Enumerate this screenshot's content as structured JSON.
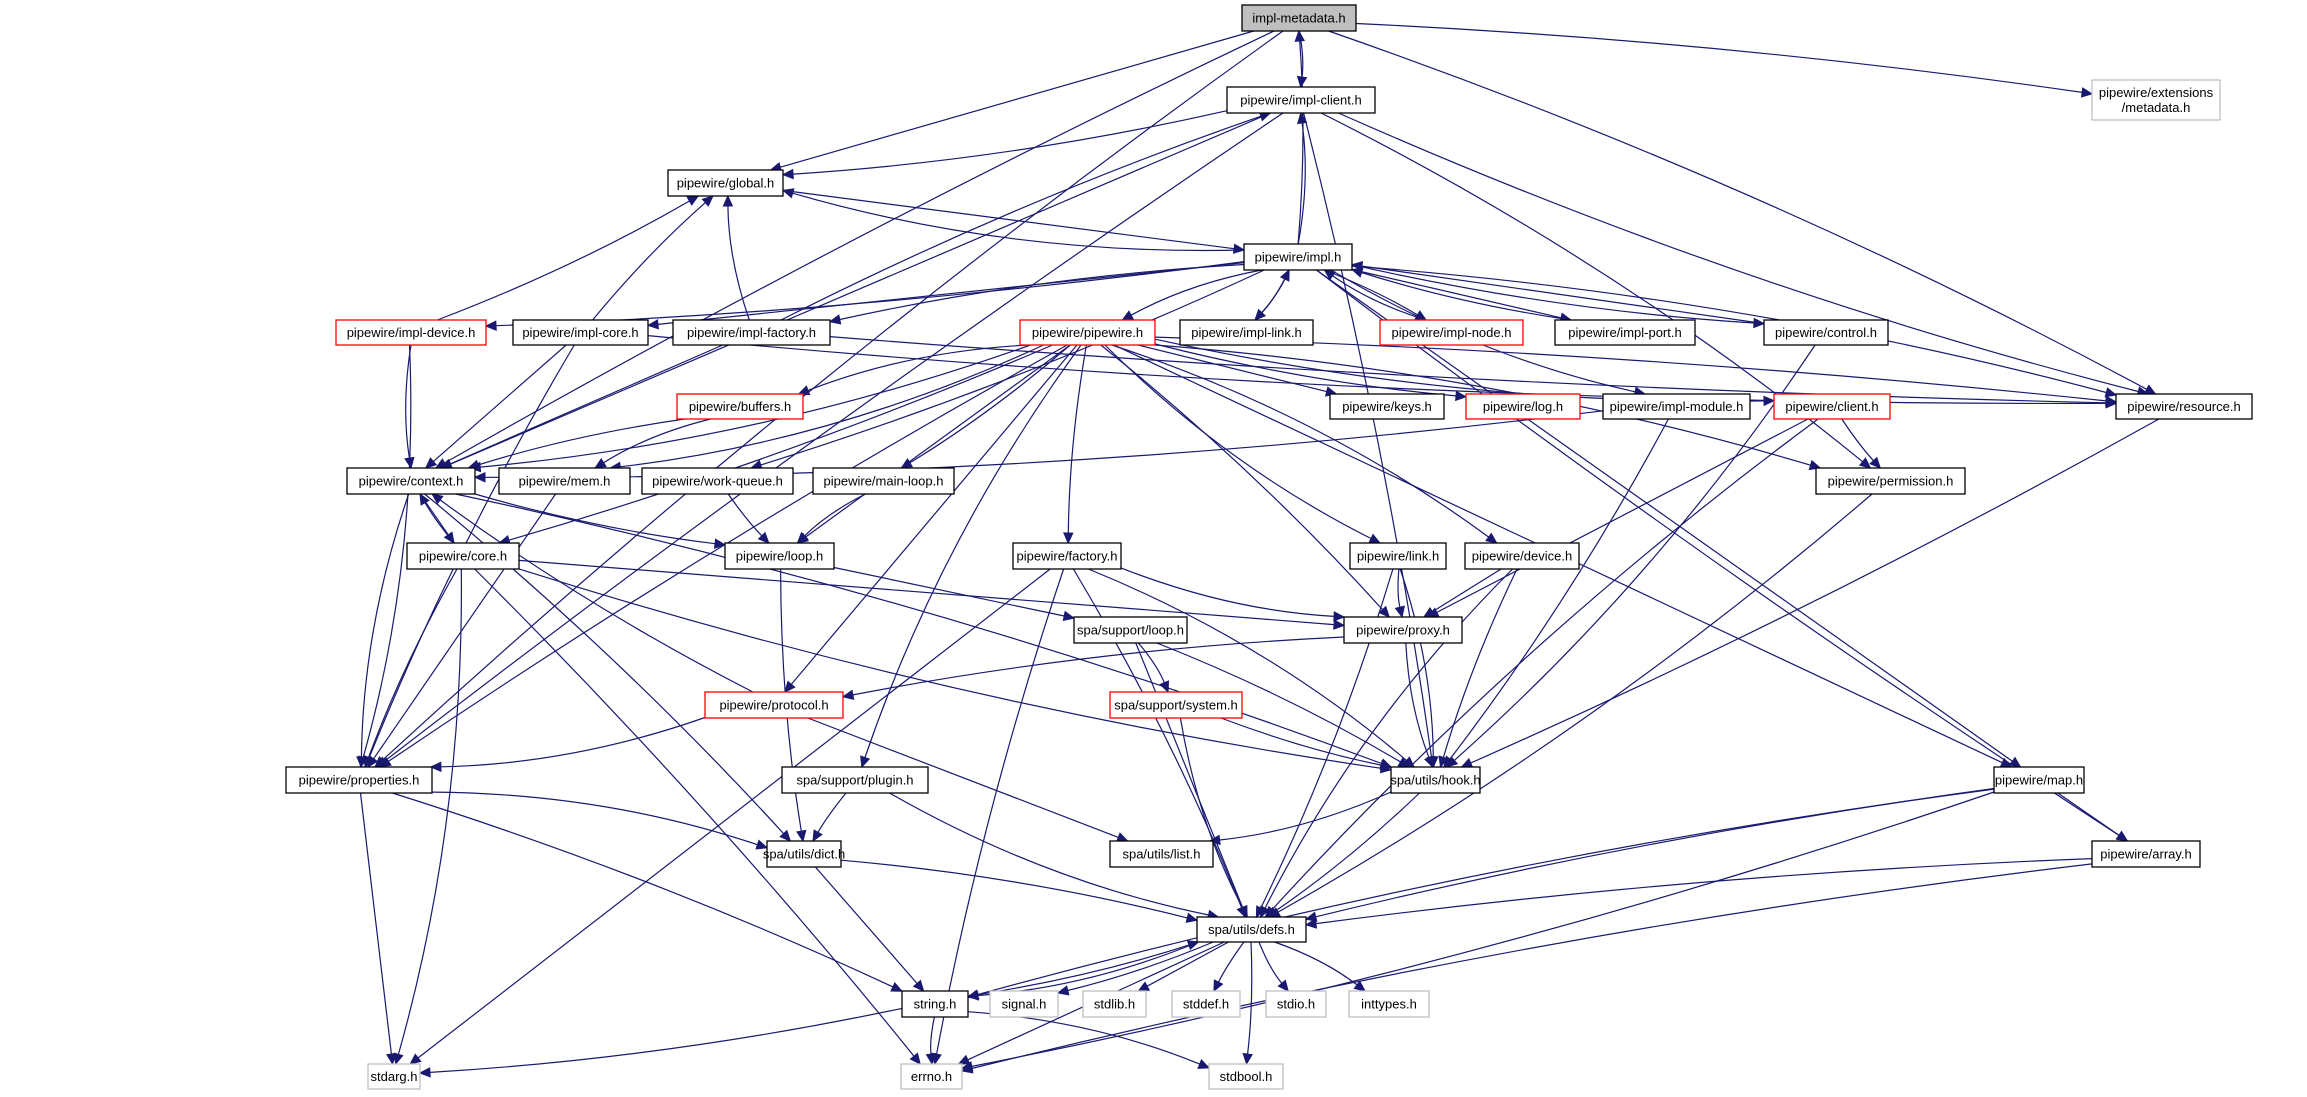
{
  "title": "impl-metadata.h include dependency graph",
  "colors": {
    "edge": "#191970",
    "root_fill": "#bfbfbf",
    "root_border": "#000000",
    "normal_border": "#000000",
    "truncated_border": "#ff0000",
    "external_border": "#bfbfbf",
    "node_fill": "#ffffff"
  },
  "nodes": [
    {
      "id": "impl-metadata",
      "label": "impl-metadata.h",
      "kind": "root"
    },
    {
      "id": "impl-client",
      "label": "pipewire/impl-client.h",
      "kind": "normal"
    },
    {
      "id": "ext-metadata",
      "label": [
        "pipewire/extensions",
        "/metadata.h"
      ],
      "kind": "external"
    },
    {
      "id": "global",
      "label": "pipewire/global.h",
      "kind": "normal"
    },
    {
      "id": "impl",
      "label": "pipewire/impl.h",
      "kind": "normal"
    },
    {
      "id": "impl-device",
      "label": "pipewire/impl-device.h",
      "kind": "truncated"
    },
    {
      "id": "impl-core",
      "label": "pipewire/impl-core.h",
      "kind": "normal"
    },
    {
      "id": "impl-factory",
      "label": "pipewire/impl-factory.h",
      "kind": "normal"
    },
    {
      "id": "pipewire",
      "label": "pipewire/pipewire.h",
      "kind": "truncated"
    },
    {
      "id": "impl-link",
      "label": "pipewire/impl-link.h",
      "kind": "normal"
    },
    {
      "id": "impl-node",
      "label": "pipewire/impl-node.h",
      "kind": "truncated"
    },
    {
      "id": "impl-port",
      "label": "pipewire/impl-port.h",
      "kind": "normal"
    },
    {
      "id": "control",
      "label": "pipewire/control.h",
      "kind": "normal"
    },
    {
      "id": "buffers",
      "label": "pipewire/buffers.h",
      "kind": "truncated"
    },
    {
      "id": "keys",
      "label": "pipewire/keys.h",
      "kind": "normal"
    },
    {
      "id": "log",
      "label": "pipewire/log.h",
      "kind": "truncated"
    },
    {
      "id": "impl-module",
      "label": "pipewire/impl-module.h",
      "kind": "normal"
    },
    {
      "id": "client",
      "label": "pipewire/client.h",
      "kind": "truncated"
    },
    {
      "id": "resource",
      "label": "pipewire/resource.h",
      "kind": "normal"
    },
    {
      "id": "context",
      "label": "pipewire/context.h",
      "kind": "normal"
    },
    {
      "id": "mem",
      "label": "pipewire/mem.h",
      "kind": "normal"
    },
    {
      "id": "work-queue",
      "label": "pipewire/work-queue.h",
      "kind": "normal"
    },
    {
      "id": "main-loop",
      "label": "pipewire/main-loop.h",
      "kind": "normal"
    },
    {
      "id": "permission",
      "label": "pipewire/permission.h",
      "kind": "normal"
    },
    {
      "id": "core",
      "label": "pipewire/core.h",
      "kind": "normal"
    },
    {
      "id": "loop",
      "label": "pipewire/loop.h",
      "kind": "normal"
    },
    {
      "id": "factory",
      "label": "pipewire/factory.h",
      "kind": "normal"
    },
    {
      "id": "link",
      "label": "pipewire/link.h",
      "kind": "normal"
    },
    {
      "id": "device",
      "label": "pipewire/device.h",
      "kind": "normal"
    },
    {
      "id": "spa-loop",
      "label": "spa/support/loop.h",
      "kind": "normal"
    },
    {
      "id": "proxy",
      "label": "pipewire/proxy.h",
      "kind": "normal"
    },
    {
      "id": "protocol",
      "label": "pipewire/protocol.h",
      "kind": "truncated"
    },
    {
      "id": "system",
      "label": "spa/support/system.h",
      "kind": "truncated"
    },
    {
      "id": "properties",
      "label": "pipewire/properties.h",
      "kind": "normal"
    },
    {
      "id": "plugin",
      "label": "spa/support/plugin.h",
      "kind": "normal"
    },
    {
      "id": "hook",
      "label": "spa/utils/hook.h",
      "kind": "normal"
    },
    {
      "id": "map",
      "label": "pipewire/map.h",
      "kind": "normal"
    },
    {
      "id": "dict",
      "label": "spa/utils/dict.h",
      "kind": "normal"
    },
    {
      "id": "list",
      "label": "spa/utils/list.h",
      "kind": "normal"
    },
    {
      "id": "array",
      "label": "pipewire/array.h",
      "kind": "normal"
    },
    {
      "id": "defs",
      "label": "spa/utils/defs.h",
      "kind": "normal"
    },
    {
      "id": "string",
      "label": "string.h",
      "kind": "normal"
    },
    {
      "id": "signal",
      "label": "signal.h",
      "kind": "external"
    },
    {
      "id": "stdlib",
      "label": "stdlib.h",
      "kind": "external"
    },
    {
      "id": "stddef",
      "label": "stddef.h",
      "kind": "external"
    },
    {
      "id": "stdio",
      "label": "stdio.h",
      "kind": "external"
    },
    {
      "id": "inttypes",
      "label": "inttypes.h",
      "kind": "external"
    },
    {
      "id": "stdarg",
      "label": "stdarg.h",
      "kind": "external"
    },
    {
      "id": "errno",
      "label": "errno.h",
      "kind": "external"
    },
    {
      "id": "stdbool",
      "label": "stdbool.h",
      "kind": "external"
    }
  ],
  "edges": [
    [
      "impl-metadata",
      "impl-client"
    ],
    [
      "impl-metadata",
      "ext-metadata"
    ],
    [
      "impl-metadata",
      "global"
    ],
    [
      "impl-metadata",
      "context"
    ],
    [
      "impl-metadata",
      "properties"
    ],
    [
      "impl-metadata",
      "resource"
    ],
    [
      "impl-client",
      "global"
    ],
    [
      "impl-client",
      "context"
    ],
    [
      "impl-client",
      "properties"
    ],
    [
      "impl-client",
      "resource"
    ],
    [
      "impl-client",
      "permission"
    ],
    [
      "impl-client",
      "hook"
    ],
    [
      "global",
      "impl"
    ],
    [
      "impl",
      "impl-metadata"
    ],
    [
      "impl",
      "impl-client"
    ],
    [
      "impl",
      "global"
    ],
    [
      "impl",
      "impl-device"
    ],
    [
      "impl",
      "impl-core"
    ],
    [
      "impl",
      "impl-factory"
    ],
    [
      "impl",
      "pipewire"
    ],
    [
      "impl",
      "impl-link"
    ],
    [
      "impl",
      "impl-node"
    ],
    [
      "impl",
      "impl-port"
    ],
    [
      "impl",
      "control"
    ],
    [
      "impl",
      "impl-module"
    ],
    [
      "impl",
      "resource"
    ],
    [
      "impl",
      "work-queue"
    ],
    [
      "impl",
      "map"
    ],
    [
      "impl",
      "array"
    ],
    [
      "impl-link",
      "impl"
    ],
    [
      "impl-node",
      "impl"
    ],
    [
      "impl-port",
      "impl"
    ],
    [
      "control",
      "impl"
    ],
    [
      "impl-device",
      "global"
    ],
    [
      "impl-device",
      "context"
    ],
    [
      "impl-device",
      "properties"
    ],
    [
      "impl-core",
      "global"
    ],
    [
      "impl-core",
      "context"
    ],
    [
      "impl-core",
      "properties"
    ],
    [
      "impl-core",
      "resource"
    ],
    [
      "impl-factory",
      "global"
    ],
    [
      "impl-factory",
      "impl-client"
    ],
    [
      "impl-factory",
      "context"
    ],
    [
      "impl-factory",
      "resource"
    ],
    [
      "pipewire",
      "buffers"
    ],
    [
      "pipewire",
      "context"
    ],
    [
      "pipewire",
      "core"
    ],
    [
      "pipewire",
      "keys"
    ],
    [
      "pipewire",
      "log"
    ],
    [
      "pipewire",
      "client"
    ],
    [
      "pipewire",
      "mem"
    ],
    [
      "pipewire",
      "main-loop"
    ],
    [
      "pipewire",
      "loop"
    ],
    [
      "pipewire",
      "factory"
    ],
    [
      "pipewire",
      "link"
    ],
    [
      "pipewire",
      "device"
    ],
    [
      "pipewire",
      "proxy"
    ],
    [
      "pipewire",
      "protocol"
    ],
    [
      "pipewire",
      "properties"
    ],
    [
      "pipewire",
      "plugin"
    ],
    [
      "pipewire",
      "permission"
    ],
    [
      "pipewire",
      "resource"
    ],
    [
      "pipewire",
      "map"
    ],
    [
      "buffers",
      "context"
    ],
    [
      "buffers",
      "mem"
    ],
    [
      "impl-module",
      "context"
    ],
    [
      "impl-module",
      "hook"
    ],
    [
      "client",
      "proxy"
    ],
    [
      "client",
      "permission"
    ],
    [
      "client",
      "defs"
    ],
    [
      "control",
      "hook"
    ],
    [
      "resource",
      "hook"
    ],
    [
      "context",
      "core"
    ],
    [
      "context",
      "loop"
    ],
    [
      "context",
      "properties"
    ],
    [
      "context",
      "hook"
    ],
    [
      "context",
      "dict"
    ],
    [
      "mem",
      "properties"
    ],
    [
      "work-queue",
      "loop"
    ],
    [
      "main-loop",
      "loop"
    ],
    [
      "permission",
      "defs"
    ],
    [
      "core",
      "context"
    ],
    [
      "core",
      "proxy"
    ],
    [
      "core",
      "properties"
    ],
    [
      "core",
      "hook"
    ],
    [
      "core",
      "stdarg"
    ],
    [
      "core",
      "errno"
    ],
    [
      "loop",
      "spa-loop"
    ],
    [
      "loop",
      "dict"
    ],
    [
      "factory",
      "proxy"
    ],
    [
      "factory",
      "hook"
    ],
    [
      "factory",
      "defs"
    ],
    [
      "factory",
      "stdarg"
    ],
    [
      "factory",
      "errno"
    ],
    [
      "link",
      "proxy"
    ],
    [
      "link",
      "hook"
    ],
    [
      "link",
      "defs"
    ],
    [
      "device",
      "proxy"
    ],
    [
      "device",
      "hook"
    ],
    [
      "device",
      "defs"
    ],
    [
      "spa-loop",
      "system"
    ],
    [
      "spa-loop",
      "hook"
    ],
    [
      "spa-loop",
      "defs"
    ],
    [
      "proxy",
      "protocol"
    ],
    [
      "proxy",
      "hook"
    ],
    [
      "protocol",
      "properties"
    ],
    [
      "protocol",
      "context"
    ],
    [
      "protocol",
      "list"
    ],
    [
      "system",
      "hook"
    ],
    [
      "system",
      "defs"
    ],
    [
      "properties",
      "dict"
    ],
    [
      "properties",
      "string"
    ],
    [
      "properties",
      "stdarg"
    ],
    [
      "plugin",
      "dict"
    ],
    [
      "plugin",
      "defs"
    ],
    [
      "hook",
      "list"
    ],
    [
      "hook",
      "defs"
    ],
    [
      "map",
      "array"
    ],
    [
      "map",
      "defs"
    ],
    [
      "map",
      "string"
    ],
    [
      "map",
      "errno"
    ],
    [
      "dict",
      "defs"
    ],
    [
      "dict",
      "string"
    ],
    [
      "array",
      "defs"
    ],
    [
      "array",
      "errno"
    ],
    [
      "defs",
      "string"
    ],
    [
      "defs",
      "signal"
    ],
    [
      "defs",
      "stdlib"
    ],
    [
      "defs",
      "stddef"
    ],
    [
      "defs",
      "stdio"
    ],
    [
      "defs",
      "inttypes"
    ],
    [
      "defs",
      "stdbool"
    ],
    [
      "defs",
      "errno"
    ],
    [
      "string",
      "defs"
    ],
    [
      "string",
      "errno"
    ],
    [
      "string",
      "stdbool"
    ],
    [
      "string",
      "stdarg"
    ]
  ]
}
